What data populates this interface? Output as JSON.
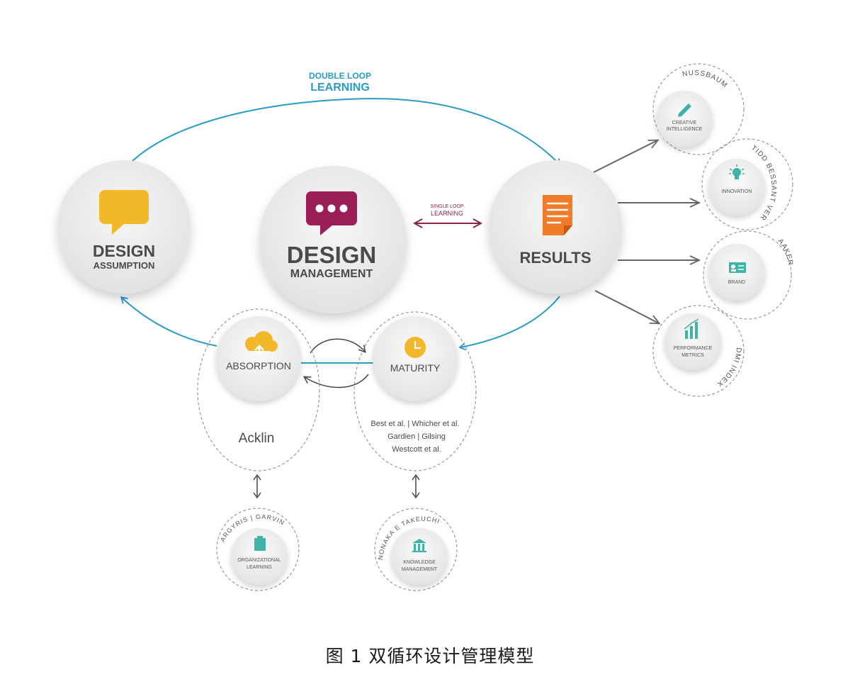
{
  "double_loop": {
    "line1": "DOUBLE LOOP",
    "line2": "LEARNING"
  },
  "single_loop": {
    "line1": "SINGLE LOOP",
    "line2": "LEARNING"
  },
  "nodes": {
    "design_assumption": {
      "title": "DESIGN",
      "subtitle": "ASSUMPTION"
    },
    "design_management": {
      "title": "DESIGN",
      "subtitle": "MANAGEMENT"
    },
    "results": {
      "title": "RESULTS"
    },
    "absorption": {
      "label": "ABSORPTION",
      "author": "Acklin"
    },
    "maturity": {
      "label": "MATURITY",
      "authors_line1": "Best et al. | Whicher et al.",
      "authors_line2": "Gardien | Gilsing",
      "authors_line3": "Westcott et al."
    }
  },
  "outcomes": [
    {
      "label_line1": "CREATIVE",
      "label_line2": "INTELLIGENCE",
      "author": "NUSSBAUM"
    },
    {
      "label_line1": "INNOVATION",
      "label_line2": "",
      "author": "TIDD BESSANT VERGANTI"
    },
    {
      "label_line1": "BRAND",
      "label_line2": "",
      "author": "AAKER"
    },
    {
      "label_line1": "PERFORMANCE",
      "label_line2": "METRICS",
      "author": "DMI INDEX"
    }
  ],
  "bottom": [
    {
      "label_line1": "ORGANIZATIONAL",
      "label_line2": "LEARNING",
      "author": "ARGYRIS | GARVIN"
    },
    {
      "label_line1": "KNOWLEDGE",
      "label_line2": "MANAGEMENT",
      "author": "NONAKA E TAKEUCHI"
    }
  ],
  "caption": "图 1 双循环设计管理模型",
  "colors": {
    "loop_blue": "#2a9cc8",
    "single_loop_maroon": "#8a2545",
    "icon_yellow": "#f2b829",
    "icon_purple": "#9b1e58",
    "icon_orange": "#f07c2a",
    "icon_green": "#3fb3a5",
    "arrow_gray": "#666666",
    "circle_fill": "#ececec"
  },
  "icons": {
    "design_assumption": "speech-bubble-icon",
    "design_management": "chat-dots-icon",
    "results": "document-icon",
    "absorption": "cloud-upload-icon",
    "maturity": "clock-icon",
    "creative_intelligence": "pencil-icon",
    "innovation": "lightbulb-icon",
    "brand": "id-card-icon",
    "performance_metrics": "bar-chart-icon",
    "organizational_learning": "clipboard-icon",
    "knowledge_management": "institution-icon"
  }
}
